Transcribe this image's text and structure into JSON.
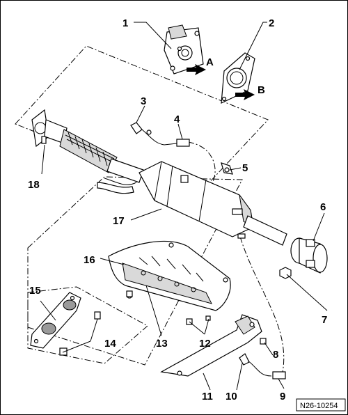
{
  "figure": {
    "reference_tag": "N26-10254",
    "arrow_labels": [
      "A",
      "B"
    ],
    "callouts": [
      "1",
      "2",
      "3",
      "4",
      "5",
      "6",
      "7",
      "8",
      "9",
      "10",
      "11",
      "12",
      "13",
      "14",
      "15",
      "16",
      "17",
      "18"
    ]
  },
  "colors": {
    "ink": "#000000",
    "paper": "#ffffff",
    "shade": "#d9d9d9",
    "dark": "#9a9a9a"
  }
}
